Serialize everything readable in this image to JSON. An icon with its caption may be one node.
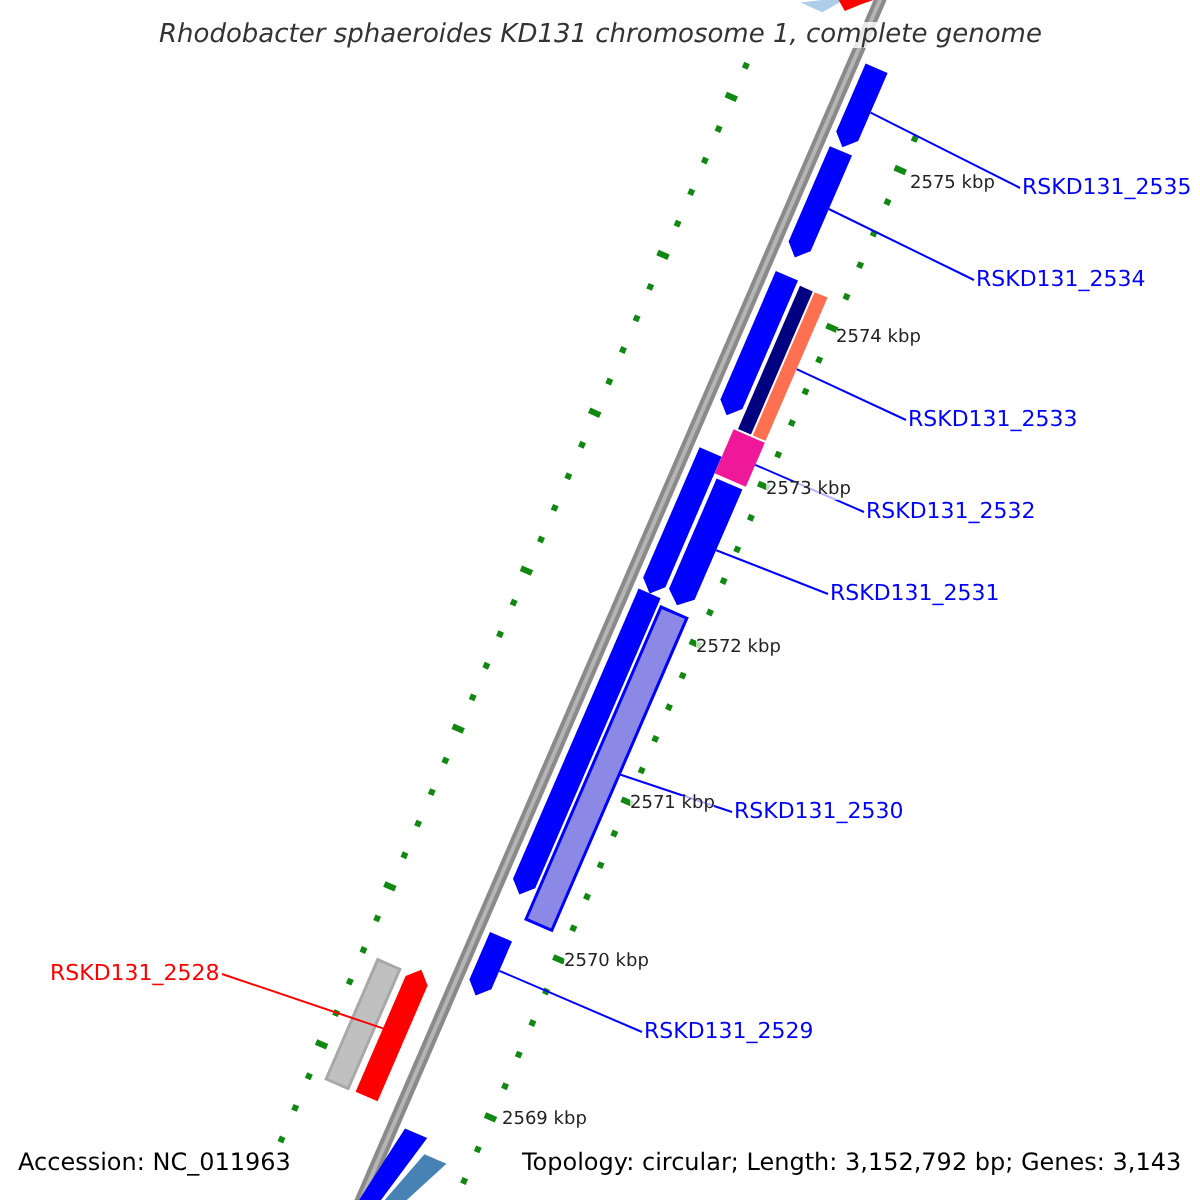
{
  "diagram": {
    "title": "Rhodobacter sphaeroides KD131 chromosome 1, complete genome",
    "nodes": [
      {
        "text": [
          "RSKD131_2535"
        ]
      },
      {
        "text": [
          "RSKD131_2534"
        ]
      },
      {
        "text": [
          "RSKD131_2533"
        ]
      },
      {
        "text": [
          "RSKD131_2532"
        ]
      },
      {
        "text": [
          "RSKD131_2531"
        ]
      },
      {
        "text": [
          "RSKD131_2530"
        ]
      },
      {
        "text": [
          "RSKD131_2528"
        ]
      },
      {
        "text": [
          "RSKD131_2529"
        ]
      },
      {
        "text": [],
        "shape": "bar"
      },
      {
        "text": [],
        "shape": "arrow"
      },
      {
        "text": [],
        "shape": "arrow"
      },
      {
        "text": [],
        "shape": "arrow"
      },
      {
        "text": [],
        "shape": "arrow"
      },
      {
        "text": [],
        "shape": "bar"
      },
      {
        "text": [],
        "shape": "bar"
      },
      {
        "text": [],
        "shape": "bar"
      },
      {
        "text": [],
        "shape": "arrow"
      },
      {
        "text": [],
        "shape": "arrow"
      },
      {
        "text": [],
        "shape": "arrow"
      },
      {
        "text": [],
        "shape": "bar"
      },
      {
        "text": [],
        "shape": "arrow"
      },
      {
        "text": [],
        "shape": "bar"
      },
      {
        "text": [],
        "shape": "arrow"
      },
      {
        "text": [],
        "shape": "bar"
      },
      {
        "text": [],
        "shape": "bar"
      }
    ],
    "edges": [
      {
        "from": 0,
        "to": 10,
        "arrow": "none"
      },
      {
        "from": 1,
        "to": 11,
        "arrow": "none"
      },
      {
        "from": 2,
        "to": 14,
        "arrow": "none"
      },
      {
        "from": 3,
        "to": 15,
        "arrow": "none"
      },
      {
        "from": 4,
        "to": 17,
        "arrow": "none"
      },
      {
        "from": 5,
        "to": 19,
        "arrow": "none"
      },
      {
        "from": 6,
        "to": 22,
        "arrow": "none",
        "color": "#ff0000"
      },
      {
        "from": 7,
        "to": 20,
        "arrow": "none"
      }
    ],
    "labels": [
      "2575 kbp",
      "2574 kbp",
      "2573 kbp",
      "2572 kbp",
      "2571 kbp",
      "2570 kbp",
      "2569 kbp",
      "Accession: NC_011963",
      "Topology: circular; Length: 3,152,792 bp; Genes: 3,143"
    ]
  }
}
